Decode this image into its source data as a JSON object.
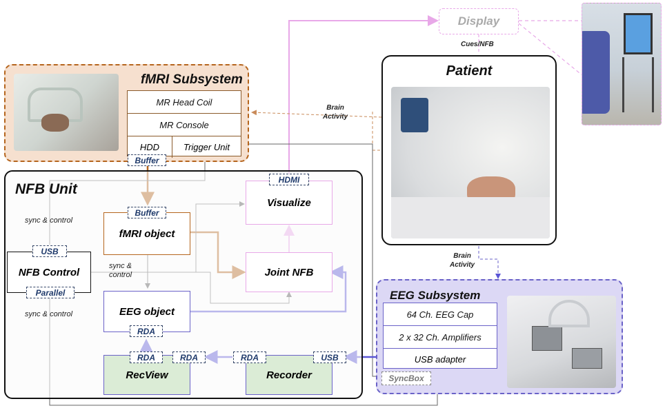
{
  "display": {
    "label": "Display",
    "cues_label": "Cues/NFB"
  },
  "patient": {
    "title": "Patient"
  },
  "fmri": {
    "title": "fMRI Subsystem",
    "head_coil": "MR Head Coil",
    "console": "MR Console",
    "hdd": "HDD",
    "trigger": "Trigger Unit",
    "buffer_out": "Buffer"
  },
  "brain_activity_top": "Brain\nActivity",
  "brain_activity_bottom": "Brain\nActivity",
  "nfb_unit": {
    "title": "NFB Unit",
    "hdmi": "HDMI",
    "visualize": "Visualize",
    "buffer_in": "Buffer",
    "fmri_object": "fMRI object",
    "joint_nfb": "Joint NFB",
    "eeg_object": "EEG object",
    "rda_eeg": "RDA",
    "recview": "RecView",
    "rda_recview_1": "RDA",
    "rda_recview_2": "RDA",
    "recorder": "Recorder",
    "rda_recorder": "RDA",
    "usb_recorder": "USB"
  },
  "nfb_control": {
    "label": "NFB Control",
    "usb": "USB",
    "parallel": "Parallel"
  },
  "sync_labels": {
    "sync_top": "sync & control",
    "sync_mid": "sync &\ncontrol",
    "sync_bottom": "sync & control"
  },
  "eeg": {
    "title": "EEG Subsystem",
    "cap": "64 Ch. EEG Cap",
    "amps": "2 x 32 Ch. Amplifiers",
    "usb": "USB adapter",
    "syncbox": "SyncBox"
  },
  "colors": {
    "fmri": "#b5651d",
    "fmri_fill": "#f6e0cf",
    "eeg": "#6a62c8",
    "eeg_fill": "#dcd8f5",
    "display": "#e8a8e8",
    "green_box": "#dbecd6",
    "tag_text": "#1f3a6b"
  }
}
